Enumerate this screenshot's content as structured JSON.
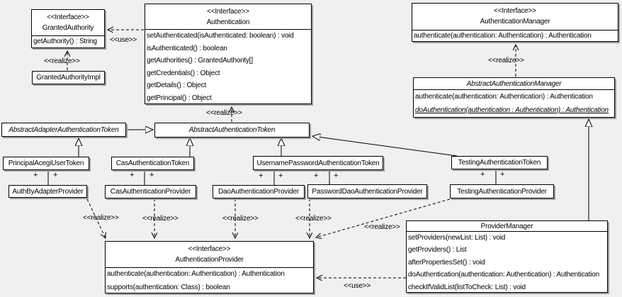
{
  "diagram": {
    "background": "#f0f0f0",
    "box_fill": "#ffffff",
    "box_border": "#000000",
    "shadow_color": "#9c9c9c",
    "labels": {
      "interface": "<<Interface>>",
      "realize": "<<realize>>",
      "use": "<<use>>",
      "plus": "+"
    }
  },
  "classes": {
    "granted_authority": {
      "stereotype": "<<Interface>>",
      "name": "GrantedAuthority",
      "methods": [
        "getAuthority() : String"
      ]
    },
    "granted_authority_impl": {
      "name": "GrantedAuthorityImpl"
    },
    "authentication": {
      "stereotype": "<<Interface>>",
      "name": "Authentication",
      "methods": [
        "setAuthenticated(isAuthenticated: boolean) : void",
        "isAuthenticated() : boolean",
        "getAuthorities() : GrantedAuthority[]",
        "getCredentials() : Object",
        "getDetails() : Object",
        "getPrincipal() : Object"
      ]
    },
    "authentication_manager": {
      "stereotype": "<<Interface>>",
      "name": "AuthenticationManager",
      "methods": [
        "authenticate(authentication: Authentication) : Authentication"
      ]
    },
    "abstract_authentication_manager": {
      "name": "AbstractAuthenticationManager",
      "methods": [
        "authenticate(authentication: Authentication) : Authentication",
        "doAuthentication(authentication : Authentication) : Authentication"
      ]
    },
    "abstract_adapter_authentication_token": {
      "name": "AbstractAdapterAuthenticationToken"
    },
    "abstract_authentication_token": {
      "name": "AbstractAuthenticationToken"
    },
    "principal_acegi_user_token": {
      "name": "PrincipalAcegiUserToken"
    },
    "cas_authentication_token": {
      "name": "CasAuthenticationToken"
    },
    "username_password_authentication_token": {
      "name": "UsernamePasswordAuthenticationToken"
    },
    "testing_authentication_token": {
      "name": "TestingAuthenticationToken"
    },
    "auth_by_adapter_provider": {
      "name": "AuthByAdapterProvider"
    },
    "cas_authentication_provider": {
      "name": "CasAuthenticationProvider"
    },
    "dao_authentication_provider": {
      "name": "DaoAuthenticationProvider"
    },
    "password_dao_authentication_provider": {
      "name": "PasswordDaoAuthenticationProvider"
    },
    "testing_authentication_provider": {
      "name": "TestingAuthenticationProvider"
    },
    "authentication_provider": {
      "stereotype": "<<Interface>>",
      "name": "AuthenticationProvider",
      "methods": [
        "authenticate(authentication: Authentication) : Authentication",
        "supports(authentication: Class) : boolean"
      ]
    },
    "provider_manager": {
      "name": "ProviderManager",
      "methods": [
        "setProviders(newList: List) : void",
        "getProviders() : List",
        "afterPropertiesSet() : void",
        "doAuthentication(authentication: Authentication) : Authentication",
        "checkIfValidList(listToCheck: List) : void"
      ]
    }
  }
}
